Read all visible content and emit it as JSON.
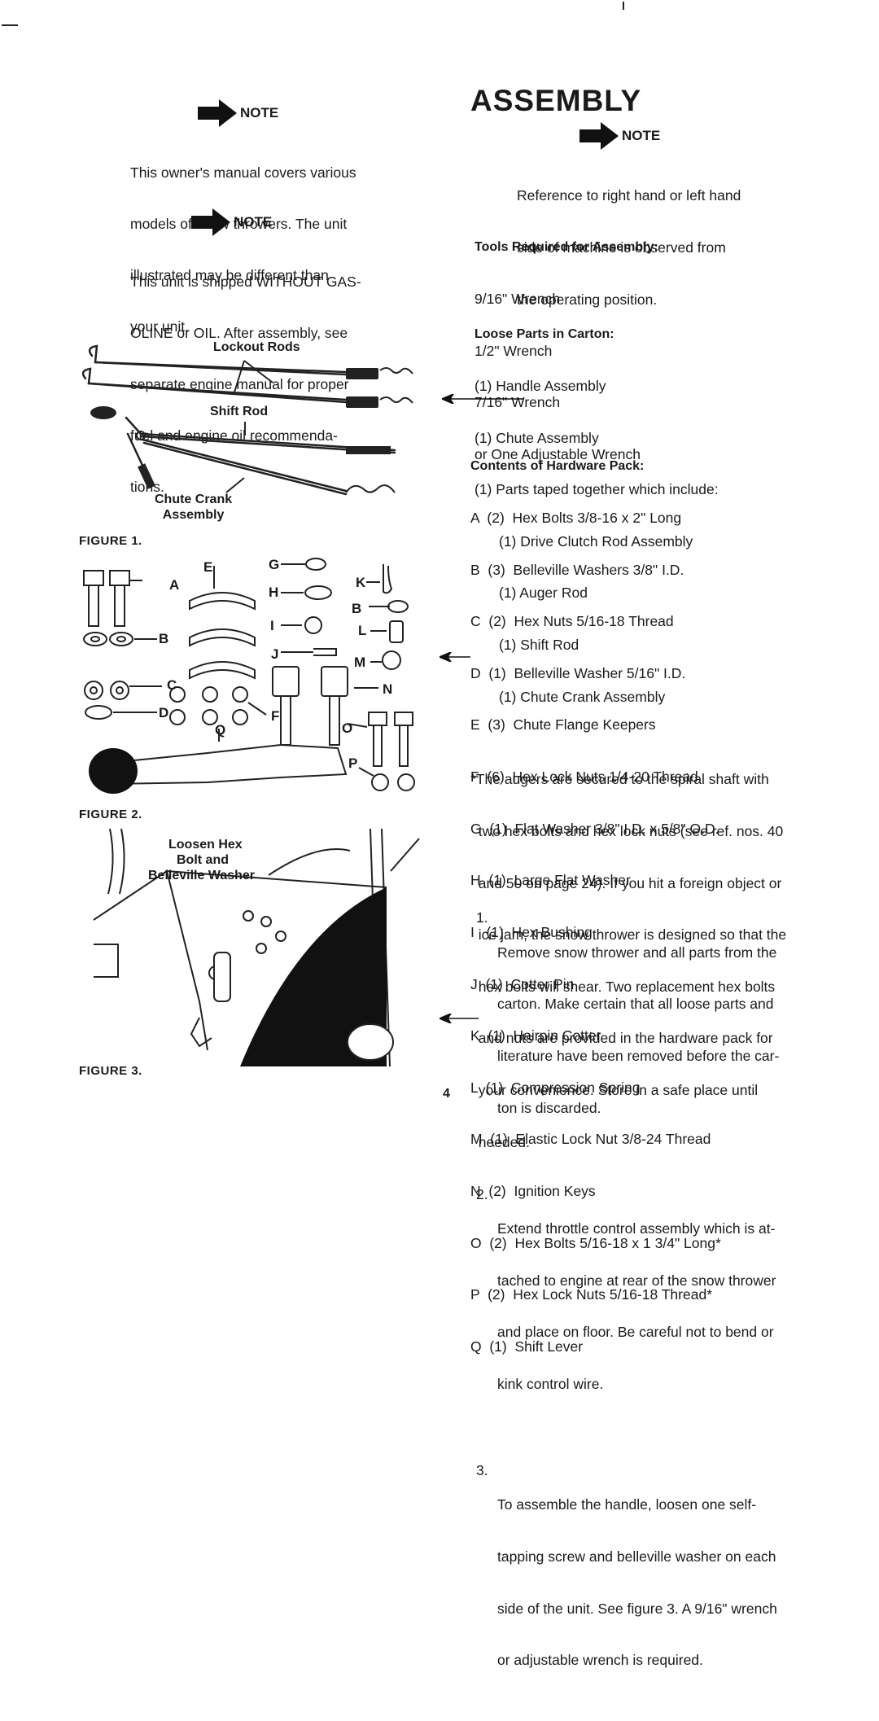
{
  "title": "ASSEMBLY",
  "page_number": "4",
  "left_note1": {
    "label": "NOTE",
    "lines": [
      "This owner's manual covers various",
      "models of snow throwers. The unit",
      "illustrated may be different than",
      "your unit."
    ]
  },
  "left_note2": {
    "label": "NOTE",
    "lines": [
      "This unit is shipped WITHOUT GAS-",
      "OLINE or OIL. After assembly, see",
      "separate engine manual for proper",
      "fuel and engine oil recommenda-",
      "tions."
    ]
  },
  "figure1": {
    "caption": "FIGURE 1.",
    "lockout_rods": "Lockout Rods",
    "shift_rod": "Shift Rod",
    "chute_crank_1": "Chute Crank",
    "chute_crank_2": "Assembly"
  },
  "figure2": {
    "caption": "FIGURE 2.",
    "letters": [
      "A",
      "B",
      "C",
      "D",
      "E",
      "F",
      "G",
      "H",
      "I",
      "J",
      "K",
      "L",
      "M",
      "N",
      "O",
      "P",
      "Q"
    ]
  },
  "figure3": {
    "caption": "FIGURE 3.",
    "callout": [
      "Loosen Hex",
      "Bolt and",
      "Belleville Washer"
    ]
  },
  "right_note": {
    "label": "NOTE",
    "lines": [
      "Reference to right hand or left hand",
      "side of machine is observed from",
      "the operating position."
    ]
  },
  "tools": {
    "heading": "Tools Required for Assembly:",
    "items": [
      "9/16\" Wrench",
      "1/2\" Wrench",
      "7/16\" Wrench",
      "or One Adjustable Wrench"
    ]
  },
  "loose_parts": {
    "heading": "Loose Parts in Carton:",
    "items": [
      "(1) Handle Assembly",
      "(1) Chute Assembly",
      "(1) Parts taped together which include:"
    ],
    "subitems": [
      "(1) Drive Clutch Rod Assembly",
      "(1) Auger Rod",
      "(1) Shift Rod",
      "(1) Chute Crank Assembly"
    ]
  },
  "hardware": {
    "heading": "Contents of Hardware Pack:",
    "items": [
      "A  (2)  Hex Bolts 3/8-16 x 2\" Long",
      "B  (3)  Belleville Washers 3/8\" I.D.",
      "C  (2)  Hex Nuts 5/16-18 Thread",
      "D  (1)  Belleville Washer 5/16\" I.D.",
      "E  (3)  Chute Flange Keepers",
      "F  (6)  Hex Lock Nuts 1/4-20 Thread",
      "G  (1)  Flat Washer 3/8\" I.D. x 5/8\" O.D.",
      "H  (1)  Large Flat Washer",
      "I   (1)  Hex Bushing",
      "J  (1)  Cotter Pin",
      "K  (1)  Hairpin Cotter",
      "L  (1)  Compression Spring",
      "M  (1)  Elastic Lock Nut 3/8-24 Thread",
      "N  (2)  Ignition Keys",
      "O  (2)  Hex Bolts 5/16-18 x 1 3/4\" Long*",
      "P  (2)  Hex Lock Nuts 5/16-18 Thread*",
      "Q  (1)  Shift Lever"
    ]
  },
  "footnote": [
    "*The augers are secured to the spiral shaft with",
    "  two hex bolts and hex lock nuts (see ref. nos. 40",
    "  and 50 on page 24). If you hit a foreign object or",
    "  ice jam, the snow thrower is designed so that the",
    "  hex bolts will shear. Two replacement hex bolts",
    "  and nuts are provided in the hardware pack for",
    "  your convenience. Store in a safe place until",
    "  needed."
  ],
  "steps": [
    [
      "1.",
      "Remove snow thrower and all parts from the",
      "carton. Make certain that all loose parts and",
      "literature have been removed before the car-",
      "ton is discarded."
    ],
    [
      "2.",
      "Extend throttle control assembly which is at-",
      "tached to engine at rear of the snow thrower",
      "and place on floor. Be careful not to bend or",
      "kink control wire."
    ],
    [
      "3.",
      "To assemble the handle, loosen one self-",
      "tapping screw and belleville washer on each",
      "side of the unit. See figure 3. A 9/16\" wrench",
      "or adjustable wrench is required."
    ]
  ]
}
